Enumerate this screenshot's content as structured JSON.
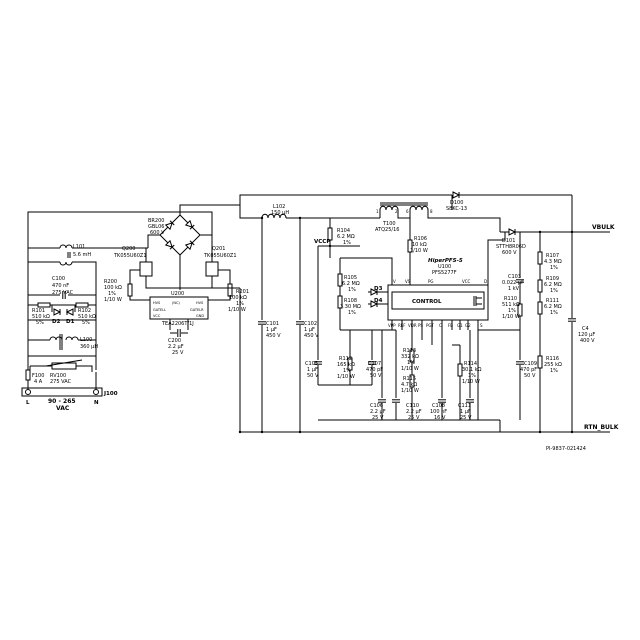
{
  "labels": {
    "l101": [
      "L101",
      "5.6 mH"
    ],
    "c100": [
      "C100",
      "470 nF",
      "275 VAC"
    ],
    "r101": [
      "R101",
      "510 kΩ",
      "5%"
    ],
    "r102": [
      "R102",
      "510 kΩ",
      "5%"
    ],
    "d2": "D2",
    "d1": "D1",
    "l100": [
      "L100",
      "360 µH"
    ],
    "f100": [
      "F100",
      "4 A"
    ],
    "rv100": [
      "RV100",
      "275 VAC"
    ],
    "j100": "J100",
    "term_l": "L",
    "term_n": "N",
    "input_range": [
      "90 - 265",
      "VAC"
    ],
    "br200": [
      "BR200",
      "GBL06",
      "600 V"
    ],
    "q200": [
      "Q200",
      "TK055U60Z1"
    ],
    "q201": [
      "Q201",
      "TK055U60Z1"
    ],
    "r200": [
      "R200",
      "100 kΩ",
      "1%",
      "1/10 W"
    ],
    "r201": [
      "R201",
      "100 kΩ",
      "1%",
      "1/10 W"
    ],
    "u200": "U200",
    "u200_pins": [
      "HVS",
      "(NC)",
      "HVS",
      "GATELL",
      "GATELR",
      "VCC",
      "GND"
    ],
    "u200_part": "TEA2206T/1J",
    "c200": [
      "C200",
      "2.2 µF",
      "25 V"
    ],
    "l102": [
      "L102",
      "150 µH"
    ],
    "c101": [
      "C101",
      "1 µF",
      "450 V"
    ],
    "c102": [
      "C102",
      "1 µF",
      "450 V"
    ],
    "vccp": "VCCP",
    "r104": [
      "R104",
      "6.2 MΩ",
      "1%"
    ],
    "r105": [
      "R105",
      "6.2 MΩ",
      "1%"
    ],
    "r108": [
      "R108",
      "3.30 MΩ",
      "1%"
    ],
    "d3": "D3",
    "d4": "D4",
    "c105": [
      "C105",
      "1 µF",
      "50 V"
    ],
    "r112": [
      "R112",
      "165 kΩ",
      "1%",
      "1/10 W"
    ],
    "c107": [
      "C107",
      "470 pF",
      "50 V"
    ],
    "c106": [
      "C106",
      "2.2 µF",
      "25 V"
    ],
    "c110": [
      "C110",
      "2.2 µF",
      "25 V"
    ],
    "t100": [
      "T100",
      "ATQ25/16"
    ],
    "t100_pins": [
      "1",
      "2",
      "8",
      "6"
    ],
    "r106": [
      "R106",
      "10 kΩ",
      "1/10 W"
    ],
    "d100": [
      "D100",
      "S8KC-13"
    ],
    "d101": [
      "D101",
      "STTH8R06D",
      "600 V"
    ],
    "u100": [
      "HiperPFS-5",
      "U100",
      "PFS5277F"
    ],
    "u100_control": "CONTROL",
    "u100_top_pins": [
      "V",
      "VS",
      "PG",
      "VCC",
      "D"
    ],
    "u100_bottom_pins": [
      "VPP",
      "REF",
      "VDR",
      "PS",
      "PGT",
      "C",
      "FB",
      "G1",
      "G2",
      "S"
    ],
    "r113": [
      "R113",
      "332 kΩ",
      "1%",
      "1/10 W"
    ],
    "r115": [
      "R115",
      "4.7 kΩ",
      "1/10 W"
    ],
    "r114": [
      "R114",
      "30.1 kΩ",
      "1%",
      "1/10 W"
    ],
    "c108": [
      "C108",
      "100 nF",
      "16 V"
    ],
    "c111": [
      "C111",
      "1 µF",
      "25 V"
    ],
    "c103": [
      "C103",
      "0.022 µF",
      "1 kV"
    ],
    "r110": [
      "R110",
      "511 kΩ",
      "1%",
      "1/10 W"
    ],
    "c109": [
      "C109",
      "470 pF",
      "50 V"
    ],
    "r107": [
      "R107",
      "4.3 MΩ",
      "1%"
    ],
    "r109": [
      "R109",
      "6.2 MΩ",
      "1%"
    ],
    "r111": [
      "R111",
      "6.2 MΩ",
      "1%"
    ],
    "r116": [
      "R116",
      "255 kΩ",
      "1%"
    ],
    "c4": [
      "C4",
      "120 µF",
      "400 V"
    ],
    "vbulk": "VBULK",
    "rtn_bulk": "RTN_BULK",
    "drawing_id": "PI-9837-021424"
  }
}
